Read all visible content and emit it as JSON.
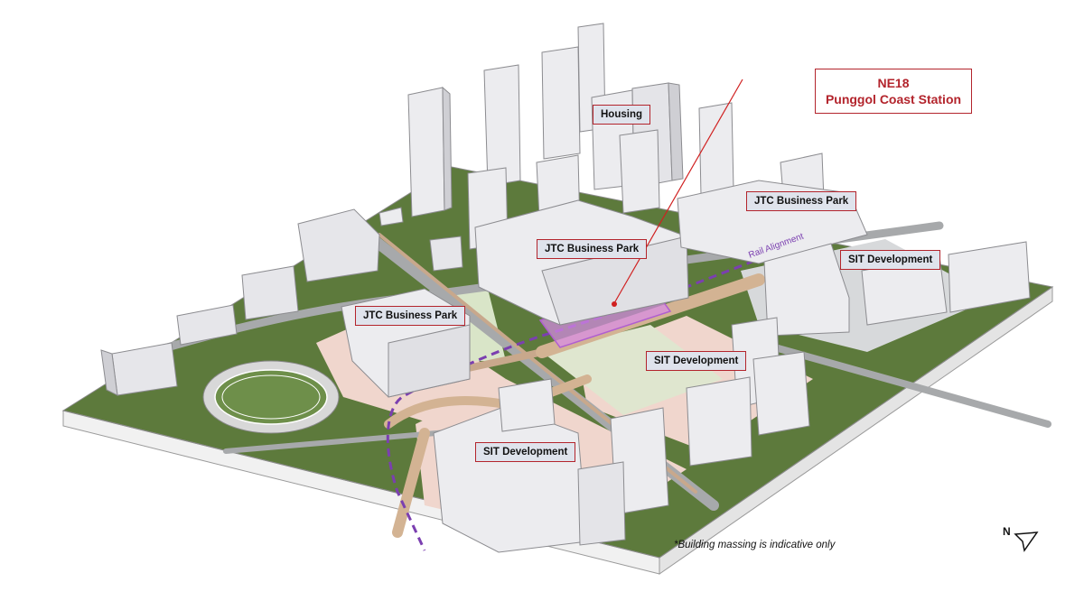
{
  "labels": {
    "housing": "Housing",
    "jtc_top_right": "JTC Business Park",
    "jtc_center": "JTC Business Park",
    "jtc_left": "JTC Business Park",
    "sit_right": "SIT Development",
    "sit_center": "SIT Development",
    "sit_bottom": "SIT Development",
    "rail_alignment": "Rail Alignment"
  },
  "station": {
    "code": "NE18",
    "name": "Punggol Coast Station"
  },
  "note": "*Building massing is indicative only",
  "north_arrow": {
    "letter": "N",
    "icon": "north-arrow-icon"
  },
  "colors": {
    "label_border": "#b3242c",
    "label_fill": "#dfe3ec",
    "station_text": "#b3242c",
    "rail_alignment": "#7b3fb0",
    "station_highlight": "#d98be8",
    "grass": "#6e8f4a",
    "building": "#e9e9ec"
  }
}
